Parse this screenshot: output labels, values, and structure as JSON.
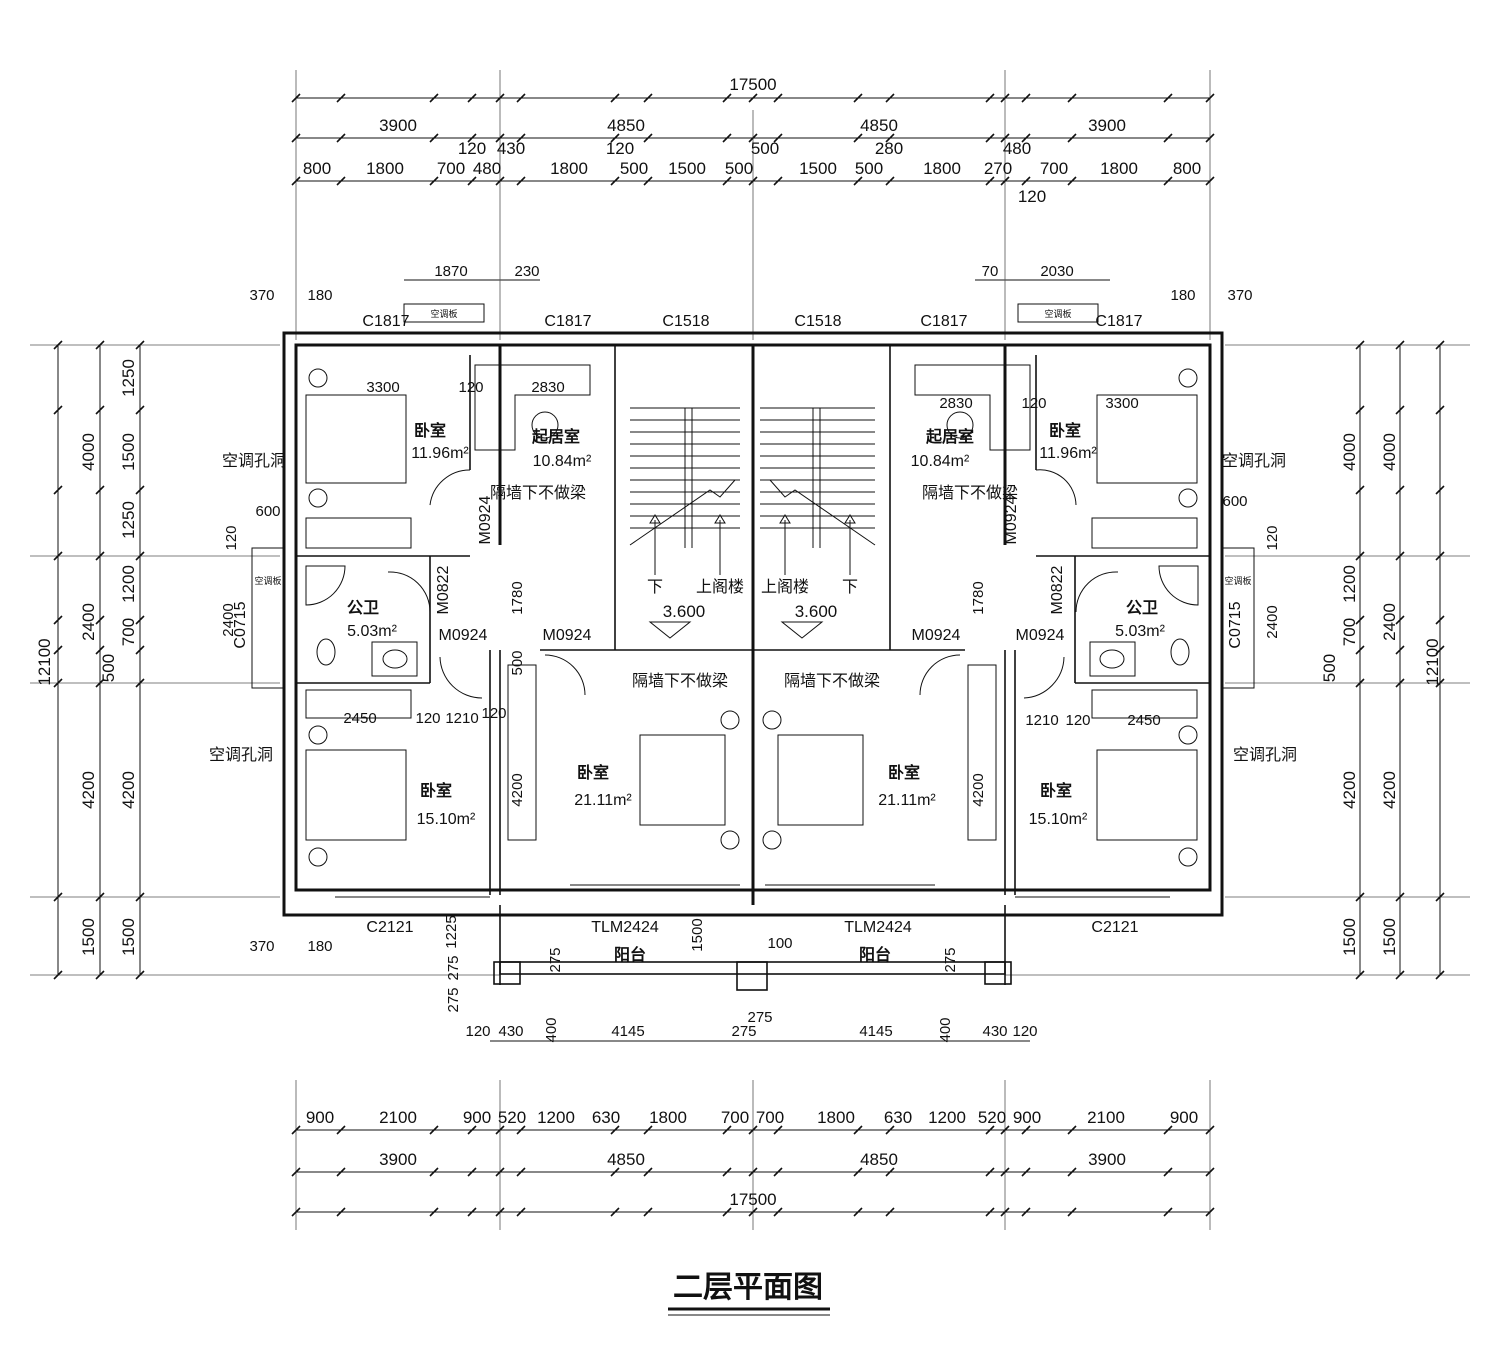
{
  "title": "二层平面图",
  "dims": {
    "top_total": "17500",
    "top_bays": [
      "3900",
      "4850",
      "4850",
      "3900"
    ],
    "top_mid": [
      "120",
      "430",
      "120",
      "500",
      "280",
      "480",
      "120"
    ],
    "top_detail": [
      "800",
      "1800",
      "700",
      "480",
      "1800",
      "500",
      "1500",
      "500",
      "1500",
      "500",
      "1800",
      "270",
      "700",
      "1800",
      "800"
    ],
    "top_inner": [
      "1870",
      "230",
      "70",
      "2030"
    ],
    "corner": [
      "370",
      "180",
      "120",
      "370",
      "180"
    ],
    "bottom_detail": [
      "900",
      "2100",
      "900",
      "520",
      "1200",
      "630",
      "1800",
      "700",
      "700",
      "1800",
      "630",
      "1200",
      "520",
      "900",
      "2100",
      "900"
    ],
    "bottom_bays": [
      "3900",
      "4850",
      "4850",
      "3900"
    ],
    "bottom_total": "17500",
    "balcony": [
      "120",
      "430",
      "400",
      "4145",
      "275",
      "275",
      "4145",
      "400",
      "430",
      "120",
      "275",
      "275",
      "275",
      "275",
      "1225",
      "1500",
      "100"
    ],
    "left_outer": [
      "12100"
    ],
    "left_mid": [
      "4000",
      "2400",
      "4200",
      "1500"
    ],
    "left_inner": [
      "1250",
      "1500",
      "1250",
      "1200",
      "700",
      "500",
      "4200",
      "1500"
    ],
    "right_outer": [
      "12100"
    ],
    "right_mid": [
      "4000",
      "2400",
      "4200",
      "1500"
    ],
    "right_inner": [
      "4000",
      "1200",
      "700",
      "500",
      "2400",
      "4200",
      "1500"
    ],
    "interior": [
      "3300",
      "2830",
      "2830",
      "3300",
      "120",
      "120",
      "2450",
      "120",
      "1210",
      "1210",
      "120",
      "2450",
      "1780",
      "1780",
      "4200",
      "4200",
      "500",
      "120",
      "600",
      "600",
      "2400",
      "2400",
      "120",
      "120"
    ]
  },
  "rooms": [
    {
      "name": "卧室",
      "area": "11.96m²"
    },
    {
      "name": "起居室",
      "area": "10.84m²"
    },
    {
      "name": "起居室",
      "area": "10.84m²"
    },
    {
      "name": "卧室",
      "area": "11.96m²"
    },
    {
      "name": "公卫",
      "area": "5.03m²"
    },
    {
      "name": "公卫",
      "area": "5.03m²"
    },
    {
      "name": "卧室",
      "area": "15.10m²"
    },
    {
      "name": "卧室",
      "area": "21.11m²"
    },
    {
      "name": "卧室",
      "area": "21.11m²"
    },
    {
      "name": "卧室",
      "area": "15.10m²"
    }
  ],
  "openings": {
    "windows": [
      "C1817",
      "C1817",
      "C1518",
      "C1518",
      "C1817",
      "C1817",
      "C0715",
      "C0715",
      "C2121",
      "C2121"
    ],
    "doors": [
      "M0924",
      "M0924",
      "M0822",
      "M0822",
      "M0924",
      "M0924",
      "M0924",
      "M0924"
    ],
    "sliding": [
      "TLM2424",
      "TLM2424"
    ]
  },
  "balcony_label": "阳台",
  "stairs": {
    "down": "下",
    "up": "上阁楼",
    "level": "3.600"
  },
  "notes": {
    "partition": "隔墙下不做梁",
    "ac_hole": "空调孔洞",
    "ac_board": "空调板"
  }
}
